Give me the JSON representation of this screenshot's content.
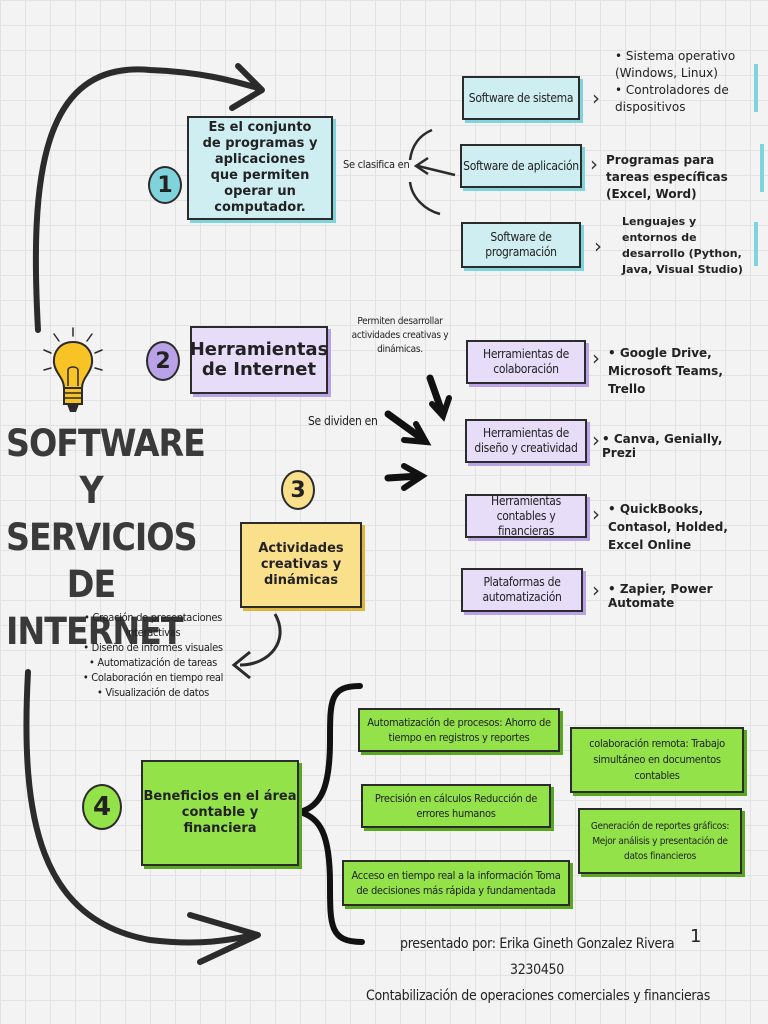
{
  "title": "SOFTWARE Y SERVICIOS DE INTERNET",
  "section1": {
    "number": "1",
    "definition": "Es el conjunto de programas y aplicaciones que permiten operar un computador.",
    "connector": "Se clasifica en",
    "types": [
      {
        "label": "Software de sistema",
        "detail": [
          "Sistema operativo (Windows, Linux)",
          "Controladores de dispositivos"
        ]
      },
      {
        "label": "Software de aplicación",
        "detail": "Programas para tareas específicas (Excel, Word)"
      },
      {
        "label": "Software de programación",
        "detail": "Lenguajes y entornos de desarrollo (Python, Java, Visual Studio)"
      }
    ]
  },
  "section2": {
    "number": "2",
    "label": "Herramientas de Internet",
    "note": "Permiten desarrollar actividades creativas y dinámicas.",
    "connector": "Se dividen en",
    "tools": [
      {
        "label": "Herramientas de colaboración",
        "detail": "Google Drive, Microsoft Teams, Trello"
      },
      {
        "label": "Herramientas de diseño y creatividad",
        "detail": "Canva, Genially, Prezi"
      },
      {
        "label": "Herramientas contables y financieras",
        "detail": "QuickBooks, Contasol, Holded, Excel Online"
      },
      {
        "label": "Plataformas de automatización",
        "detail": "Zapier, Power Automate"
      }
    ]
  },
  "section3": {
    "number": "3",
    "label": "Actividades creativas y dinámicas",
    "items": [
      "Creación de presentaciones interactivas",
      "Diseño de informes visuales",
      "Automatización de tareas",
      "Colaboración en tiempo real",
      "Visualización de datos"
    ]
  },
  "section4": {
    "number": "4",
    "label": "Beneficios en el área contable y financiera",
    "benefits": [
      "Automatización de procesos: Ahorro de tiempo en registros y reportes",
      "Precisión en cálculos Reducción de errores humanos",
      "Acceso en tiempo real a la información Toma de decisiones más rápida y fundamentada",
      "colaboración remota: Trabajo simultáneo en documentos contables",
      "Generación de reportes gráficos: Mejor análisis y presentación de datos financieros"
    ]
  },
  "footer": {
    "presented_by": "presentado por:  Erika Gineth Gonzalez Rivera",
    "id": "3230450",
    "course": "Contabilización de operaciones comerciales y financieras",
    "page": "1"
  },
  "icons": {
    "lightbulb": "lightbulb-icon"
  },
  "colors": {
    "teal": "#cfeef2",
    "lavender": "#e7ddf8",
    "yellow": "#fbe08c",
    "green": "#93e24a"
  }
}
